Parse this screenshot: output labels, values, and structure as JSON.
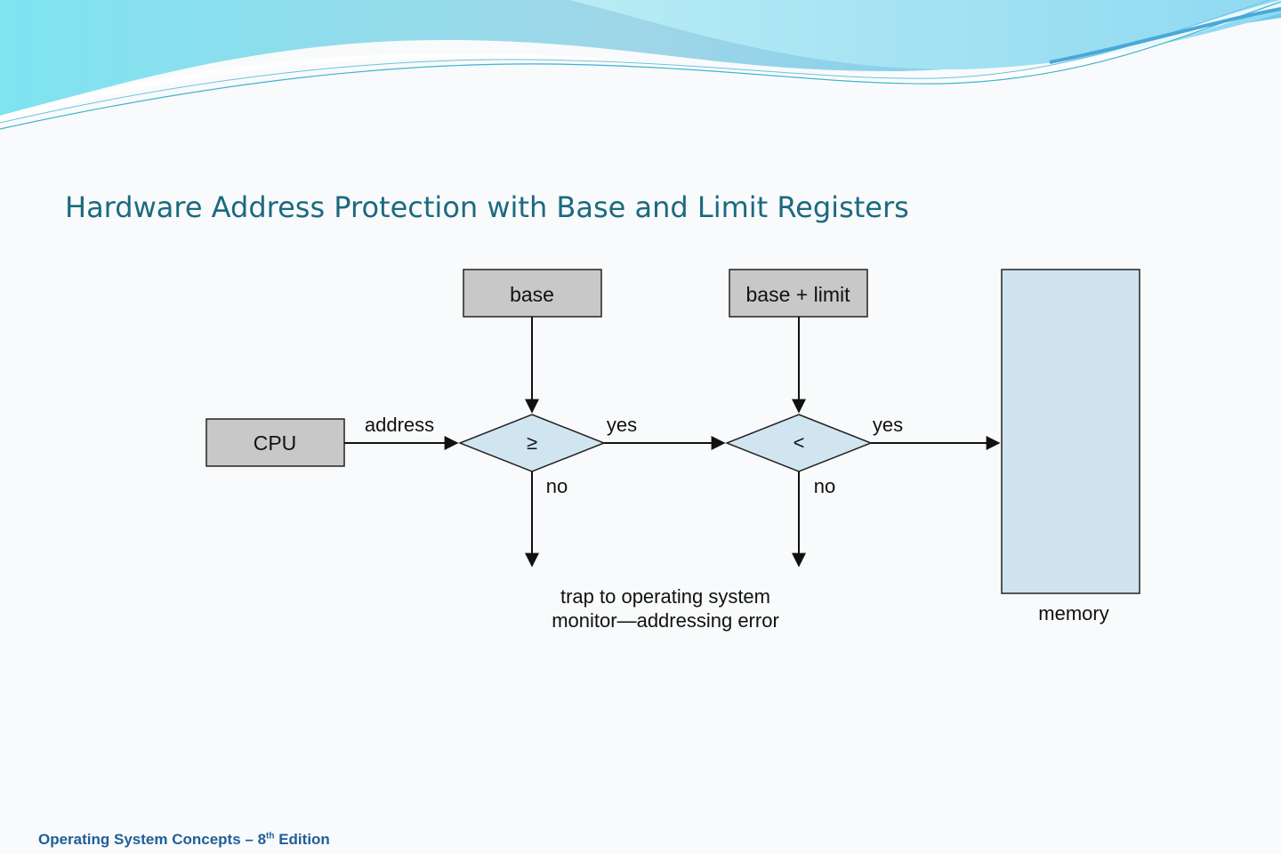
{
  "slide": {
    "title": "Hardware Address Protection with Base and Limit Registers"
  },
  "diagram": {
    "boxes": {
      "cpu": "CPU",
      "base": "base",
      "base_limit": "base + limit",
      "memory_label": "memory"
    },
    "comparators": {
      "first": "≥",
      "second": "<"
    },
    "edge_labels": {
      "address": "address",
      "yes_1": "yes",
      "yes_2": "yes",
      "no_1": "no",
      "no_2": "no"
    },
    "trap": {
      "line1": "trap to operating system",
      "line2": "monitor—addressing error"
    }
  },
  "footer": {
    "text": "Operating System Concepts – 8",
    "sup": "th",
    "suffix": " Edition"
  },
  "colors": {
    "title": "#1b6a80",
    "footer": "#1f5f99",
    "register_box": "#c8c8c8",
    "comparator_fill": "#d1e5f1",
    "memory_fill": "#d0e4f0",
    "banner_light": "#a8e8f0",
    "banner_accent": "#5ac8e6"
  }
}
